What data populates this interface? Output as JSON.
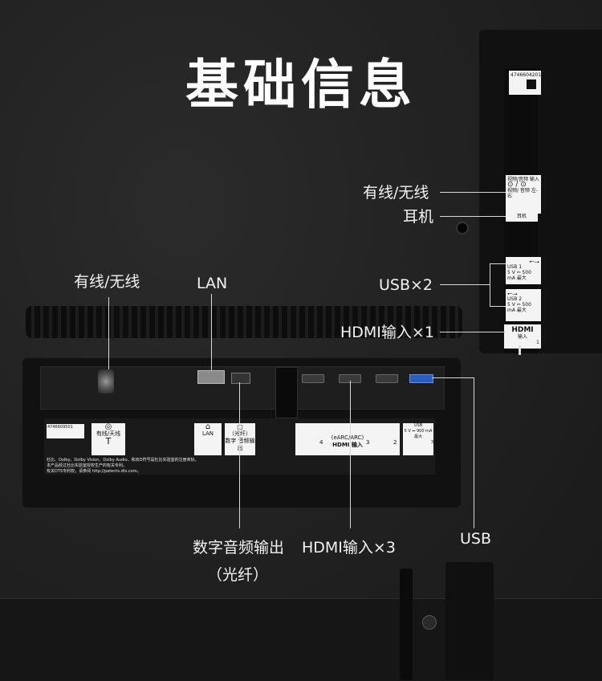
{
  "title": "基础信息",
  "labels": {
    "wired_wireless_right": "有线/无线",
    "headphone": "耳机",
    "usb_x2": "USB×2",
    "hdmi_x1": "HDMI输入×1",
    "wired_wireless_left": "有线/无线",
    "lan": "LAN",
    "optical_line1": "数字音频输出",
    "optical_line2": "（光纤）",
    "hdmi_x3": "HDMI输入×3",
    "usb": "USB"
  },
  "right_sticker": {
    "serial": "4746604201",
    "av_label": "视频/音频 输入",
    "av2_label": "视频/ 音频 左-右",
    "headphone": "耳机",
    "usb1": "USB 1",
    "usb1_spec": "5 V ⎓ 500 mA 最大",
    "usb2": "USB 2",
    "usb2_spec": "5 V ⎓ 500 mA 最大",
    "hdmi": "HDMI",
    "hdmi_in": "输入",
    "hdmi_num": "1"
  },
  "bottom_sticker": {
    "serial": "4746609501",
    "wired_wireless": "有线/天线",
    "lan": "LAN",
    "optical": "（光纤）",
    "digital_audio": "数字 音频输出",
    "earc": "(eARC/ARC)",
    "hdmi_in": "HDMI 输入",
    "hdmi_nums": [
      "4",
      "3",
      "2"
    ],
    "usb": "USB",
    "usb_spec": "5 V ⎓ 900 mA 最大",
    "usb_num": "3",
    "legal1": "杜比、Dolby、Dolby Vision、Dolby Audio、和双D符号是杜比实验室的注册商标。",
    "legal2": "本产品经过杜比实验室授权生产的有关专利。",
    "legal3": "有关DTS专利权，请参阅 http://patents.dts.com。"
  },
  "colors": {
    "background": "#1b1b1b",
    "label_text": "#f2f2f2",
    "leader_line": "#d8d8d8",
    "sticker": "#f4f4f4"
  }
}
